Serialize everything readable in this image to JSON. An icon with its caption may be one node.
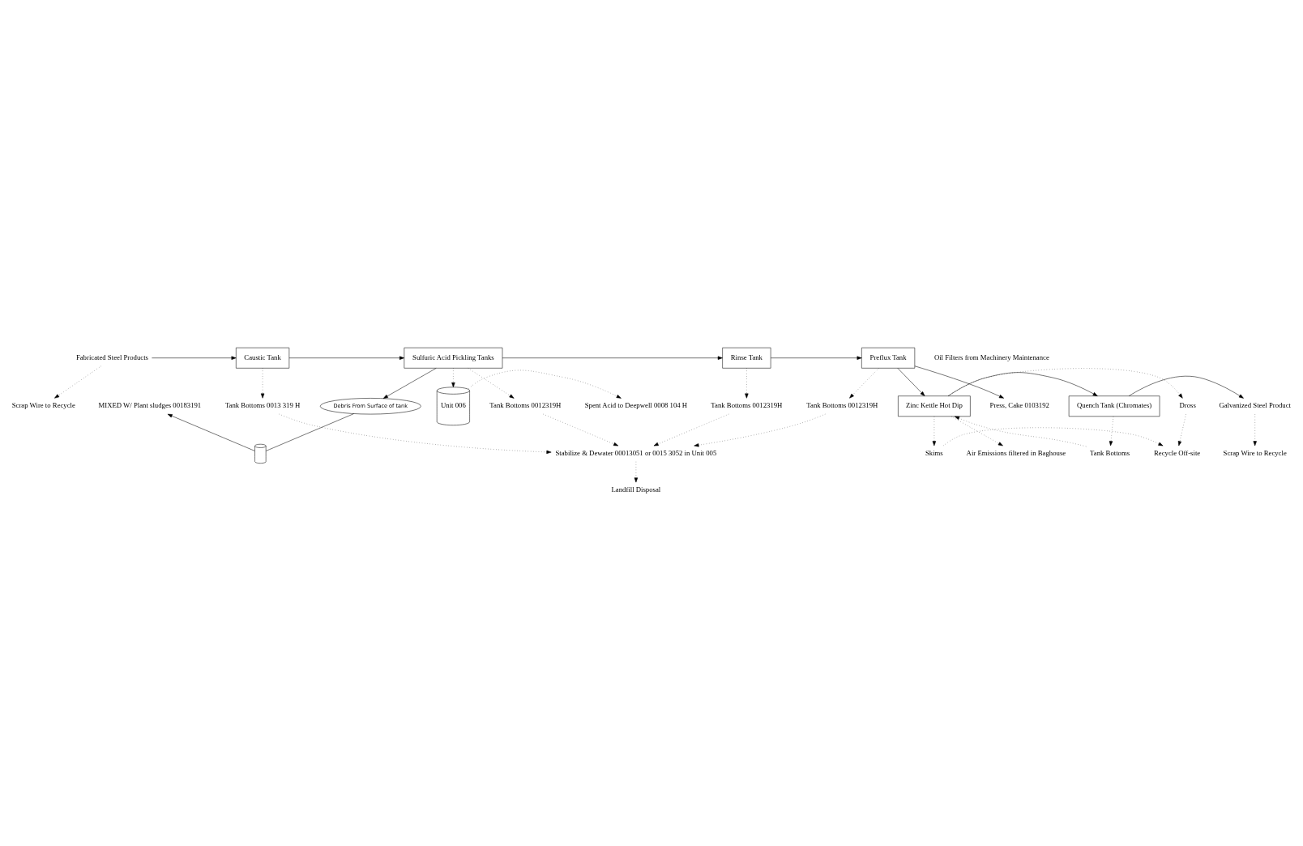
{
  "diagram": {
    "nodes": [
      {
        "text": [
          "Fabricated Steel Products"
        ]
      },
      {
        "text": [
          "Caustic Tank"
        ]
      },
      {
        "text": [
          "Sulfuric Acid Pickling Tanks"
        ]
      },
      {
        "text": [
          "Rinse Tank"
        ]
      },
      {
        "text": [
          "Preflux Tank"
        ]
      },
      {
        "text": [
          "Unit 006"
        ]
      },
      {
        "text": [
          "Spent Acid to Deepwell 0008 104 H"
        ]
      },
      {
        "text": [
          "Debris From Surface of tank"
        ]
      },
      {
        "text": [],
        "shape": "cylinder"
      },
      {
        "text": [
          "MIXED W/ Plant sludges 00183191"
        ]
      },
      {
        "text": [
          "Scrap Wire to Recycle"
        ]
      },
      {
        "text": [
          "Tank Bottoms 0013 319 H"
        ]
      },
      {
        "text": [
          "Tank Bottoms 0012319H"
        ]
      },
      {
        "text": [
          "Tank Bottoms 0012319H"
        ]
      },
      {
        "text": [
          "Press, Cake 0103192"
        ]
      },
      {
        "text": [
          "Tank Bottoms 0012319H"
        ]
      },
      {
        "text": [
          "Stabilize & Dewater 00013051 or 0015 3052 in Unit 005"
        ]
      },
      {
        "text": [
          "Landfill Disposal"
        ]
      },
      {
        "text": [
          "Air Emissions filtered in Baghouse"
        ]
      },
      {
        "text": [
          "Skims"
        ]
      },
      {
        "text": [
          "Recycle Off-site"
        ]
      },
      {
        "text": [
          "Quench Tank (Chromates)"
        ]
      },
      {
        "text": [
          "Zinc Kettle Hot Dip"
        ]
      },
      {
        "text": [
          "Dross"
        ]
      },
      {
        "text": [
          "Galvanized Steel Product"
        ]
      },
      {
        "text": [
          "Scrap Wire to Recycle"
        ]
      },
      {
        "text": [
          "Tank Bottoms"
        ]
      }
    ],
    "edges": [
      {
        "from": 0,
        "to": 1,
        "arrow": "to"
      },
      {
        "from": 1,
        "to": 2,
        "arrow": "to"
      },
      {
        "from": 2,
        "to": 3,
        "arrow": "to"
      },
      {
        "from": 3,
        "to": 4,
        "arrow": "to"
      },
      {
        "from": 0,
        "to": 10,
        "arrow": "to",
        "style": "dashed"
      },
      {
        "from": 2,
        "to": 7,
        "arrow": "to"
      },
      {
        "from": 2,
        "to": 5,
        "arrow": "to",
        "style": "dashed"
      },
      {
        "from": 5,
        "to": 6,
        "arrow": "to",
        "style": "dashed"
      },
      {
        "from": 7,
        "to": 8,
        "arrow": "none"
      },
      {
        "from": 8,
        "to": 9,
        "arrow": "to"
      },
      {
        "from": 1,
        "to": 11,
        "arrow": "to",
        "style": "dashed"
      },
      {
        "from": 2,
        "to": 12,
        "arrow": "to",
        "style": "dashed"
      },
      {
        "from": 3,
        "to": 13,
        "arrow": "to",
        "style": "dashed"
      },
      {
        "from": 4,
        "to": 14,
        "arrow": "to"
      },
      {
        "from": 4,
        "to": 15,
        "arrow": "to",
        "style": "dashed"
      },
      {
        "from": 11,
        "to": 16,
        "arrow": "to",
        "style": "dashed"
      },
      {
        "from": 12,
        "to": 16,
        "arrow": "to",
        "style": "dashed"
      },
      {
        "from": 13,
        "to": 16,
        "arrow": "to",
        "style": "dashed"
      },
      {
        "from": 15,
        "to": 16,
        "arrow": "to",
        "style": "dashed"
      },
      {
        "from": 16,
        "to": 17,
        "arrow": "to",
        "style": "dashed"
      },
      {
        "from": 4,
        "to": 22,
        "arrow": "to"
      },
      {
        "from": 22,
        "to": 18,
        "arrow": "to",
        "style": "dashed"
      },
      {
        "from": 22,
        "to": 19,
        "arrow": "to",
        "style": "dashed"
      },
      {
        "from": 19,
        "to": 20,
        "arrow": "to",
        "style": "dashed"
      },
      {
        "from": 22,
        "to": 23,
        "arrow": "to",
        "style": "dashed"
      },
      {
        "from": 23,
        "to": 20,
        "arrow": "to",
        "style": "dashed"
      },
      {
        "from": 22,
        "to": 21,
        "arrow": "to"
      },
      {
        "from": 21,
        "to": 24,
        "arrow": "to"
      },
      {
        "from": 24,
        "to": 25,
        "arrow": "to",
        "style": "dashed"
      },
      {
        "from": 21,
        "to": 26,
        "arrow": "to",
        "style": "dashed"
      },
      {
        "from": 26,
        "to": 22,
        "arrow": "to",
        "style": "dashed"
      }
    ],
    "labels": [
      "Oil Filters from Machinery Maintenance"
    ]
  }
}
